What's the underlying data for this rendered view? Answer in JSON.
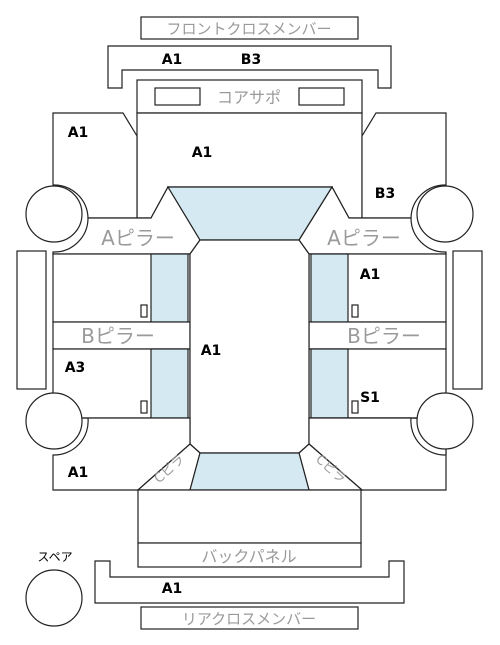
{
  "labels": {
    "front_cross_member": "フロントクロスメンバー",
    "core_support": "コアサポ",
    "a_pillar_left": "Aピラー",
    "a_pillar_right": "Aピラー",
    "b_pillar_left": "Bピラー",
    "b_pillar_right": "Bピラー",
    "c_pillar_left": "Cピラ",
    "c_pillar_right": "Cピラ",
    "back_panel": "バックパネル",
    "spare": "スペア",
    "rear_cross_member": "リアクロスメンバー"
  },
  "grades": {
    "front_cross_member_left": "A1",
    "front_cross_member_right": "B3",
    "front_left_fender": "A1",
    "hood": "A1",
    "front_right_fender": "B3",
    "front_right_door": "A1",
    "roof": "A1",
    "rear_left_door": "A3",
    "rear_right_door": "S1",
    "rear_left_quarter": "A1",
    "rear_cross_member": "A1"
  },
  "colors": {
    "glass": "#d4e9f1",
    "line": "#222222",
    "label_gray": "#9a9a9a"
  }
}
